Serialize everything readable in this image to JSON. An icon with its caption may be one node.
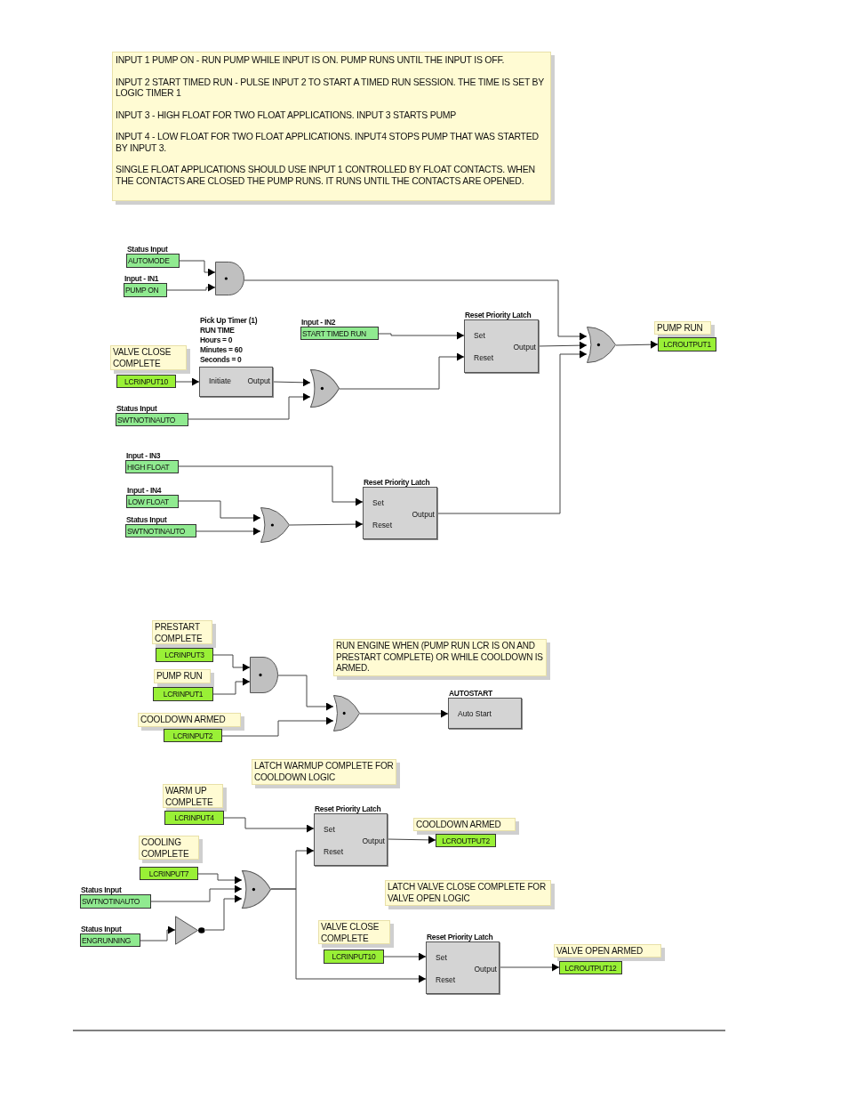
{
  "diagram": {
    "nodes": [
      {
        "text": [
          "INPUT 1 PUMP ON - RUN PUMP WHILE INPUT IS ON. PUMP RUNS UNTIL THE INPUT IS OFF.",
          "INPUT 2 START TIMED RUN - PULSE INPUT 2 TO START A TIMED RUN SESSION. THE TIME IS SET BY LOGIC TIMER 1",
          "INPUT 3 - HIGH FLOAT FOR TWO FLOAT APPLICATIONS. INPUT 3 STARTS PUMP",
          "INPUT 4 - LOW FLOAT FOR TWO FLOAT APPLICATIONS. INPUT4 STOPS PUMP THAT WAS STARTED BY INPUT 3.",
          "SINGLE FLOAT APPLICATIONS SHOULD USE INPUT 1 CONTROLLED BY FLOAT CONTACTS. WHEN THE CONTACTS ARE CLOSED THE PUMP RUNS. IT RUNS UNTIL THE CONTACTS ARE OPENED."
        ]
      },
      {
        "text": [
          "Status Input",
          "AUTOMODE"
        ]
      },
      {
        "text": [
          "Input - IN1",
          "PUMP ON"
        ]
      },
      {
        "text": [],
        "shape": "and-gate"
      },
      {
        "text": [
          "Pick Up Timer (1)",
          "RUN TIME",
          "Hours = 0",
          "Minutes = 60",
          "Seconds = 0",
          "Initiate",
          "Output"
        ]
      },
      {
        "text": [
          "VALVE CLOSE COMPLETE"
        ]
      },
      {
        "text": [
          "LCRINPUT10"
        ]
      },
      {
        "text": [
          "Status Input",
          "SWTNOTINAUTO"
        ]
      },
      {
        "text": [],
        "shape": "or-gate"
      },
      {
        "text": [
          "Input - IN2",
          "START TIMED RUN"
        ]
      },
      {
        "text": [
          "Reset Priority Latch",
          "Set",
          "Output",
          "Reset"
        ]
      },
      {
        "text": [],
        "shape": "or-gate"
      },
      {
        "text": [
          "PUMP RUN"
        ]
      },
      {
        "text": [
          "LCROUTPUT1"
        ]
      },
      {
        "text": [
          "Input - IN3",
          "HIGH FLOAT"
        ]
      },
      {
        "text": [
          "Input - IN4",
          "LOW FLOAT"
        ]
      },
      {
        "text": [
          "Status Input",
          "SWTNOTINAUTO"
        ]
      },
      {
        "text": [],
        "shape": "or-gate"
      },
      {
        "text": [
          "Reset Priority Latch",
          "Set",
          "Output",
          "Reset"
        ]
      },
      {
        "text": [
          "PRESTART COMPLETE"
        ]
      },
      {
        "text": [
          "LCRINPUT3"
        ]
      },
      {
        "text": [
          "PUMP RUN"
        ]
      },
      {
        "text": [
          "LCRINPUT1"
        ]
      },
      {
        "text": [
          "COOLDOWN ARMED"
        ]
      },
      {
        "text": [
          "LCRINPUT2"
        ]
      },
      {
        "text": [],
        "shape": "and-gate"
      },
      {
        "text": [],
        "shape": "or-gate"
      },
      {
        "text": [
          "RUN ENGINE WHEN (PUMP RUN LCR IS ON AND PRESTART COMPLETE) OR WHILE COOLDOWN IS ARMED."
        ]
      },
      {
        "text": [
          "AUTOSTART",
          "Auto Start"
        ]
      },
      {
        "text": [
          "LATCH WARMUP COMPLETE FOR COOLDOWN LOGIC"
        ]
      },
      {
        "text": [
          "WARM UP COMPLETE"
        ]
      },
      {
        "text": [
          "LCRINPUT4"
        ]
      },
      {
        "text": [
          "COOLING COMPLETE"
        ]
      },
      {
        "text": [
          "LCRINPUT7"
        ]
      },
      {
        "text": [
          "Status Input",
          "SWTNOTINAUTO"
        ]
      },
      {
        "text": [
          "Status Input",
          "ENGRUNNING"
        ]
      },
      {
        "text": [],
        "shape": "not-gate"
      },
      {
        "text": [],
        "shape": "or-gate"
      },
      {
        "text": [
          "Reset Priority Latch",
          "Set",
          "Output",
          "Reset"
        ]
      },
      {
        "text": [
          "COOLDOWN ARMED"
        ]
      },
      {
        "text": [
          "LCROUTPUT2"
        ]
      },
      {
        "text": [
          "LATCH VALVE CLOSE COMPLETE FOR VALVE OPEN LOGIC"
        ]
      },
      {
        "text": [
          "VALVE CLOSE COMPLETE"
        ]
      },
      {
        "text": [
          "LCRINPUT10"
        ]
      },
      {
        "text": [
          "Reset Priority Latch",
          "Set",
          "Output",
          "Reset"
        ]
      },
      {
        "text": [
          "VALVE OPEN ARMED"
        ]
      },
      {
        "text": [
          "LCROUTPUT12"
        ]
      }
    ],
    "edges": [
      {
        "from": 1,
        "to": 3,
        "arrow": "to"
      },
      {
        "from": 2,
        "to": 3,
        "arrow": "to"
      },
      {
        "from": 3,
        "to": 11,
        "arrow": "to"
      },
      {
        "from": 6,
        "to": 4,
        "arrow": "to"
      },
      {
        "from": 4,
        "to": 8,
        "arrow": "to"
      },
      {
        "from": 7,
        "to": 8,
        "arrow": "to"
      },
      {
        "from": 8,
        "to": 10,
        "arrow": "to"
      },
      {
        "from": 9,
        "to": 10,
        "arrow": "to"
      },
      {
        "from": 10,
        "to": 11,
        "arrow": "to"
      },
      {
        "from": 14,
        "to": 18,
        "arrow": "to"
      },
      {
        "from": 15,
        "to": 17,
        "arrow": "to"
      },
      {
        "from": 16,
        "to": 17,
        "arrow": "to"
      },
      {
        "from": 17,
        "to": 18,
        "arrow": "to"
      },
      {
        "from": 18,
        "to": 11,
        "arrow": "to"
      },
      {
        "from": 11,
        "to": 13,
        "arrow": "to"
      },
      {
        "from": 20,
        "to": 25,
        "arrow": "to"
      },
      {
        "from": 22,
        "to": 25,
        "arrow": "to"
      },
      {
        "from": 25,
        "to": 26,
        "arrow": "to"
      },
      {
        "from": 24,
        "to": 26,
        "arrow": "to"
      },
      {
        "from": 26,
        "to": 28,
        "arrow": "to"
      },
      {
        "from": 31,
        "to": 38,
        "arrow": "to"
      },
      {
        "from": 33,
        "to": 37,
        "arrow": "to"
      },
      {
        "from": 34,
        "to": 37,
        "arrow": "to"
      },
      {
        "from": 35,
        "to": 36,
        "arrow": "to"
      },
      {
        "from": 36,
        "to": 37,
        "arrow": "to"
      },
      {
        "from": 37,
        "to": 38,
        "arrow": "to"
      },
      {
        "from": 37,
        "to": 44,
        "arrow": "to"
      },
      {
        "from": 43,
        "to": 44,
        "arrow": "to"
      },
      {
        "from": 38,
        "to": 40,
        "arrow": "to"
      },
      {
        "from": 44,
        "to": 46,
        "arrow": "to"
      }
    ]
  }
}
